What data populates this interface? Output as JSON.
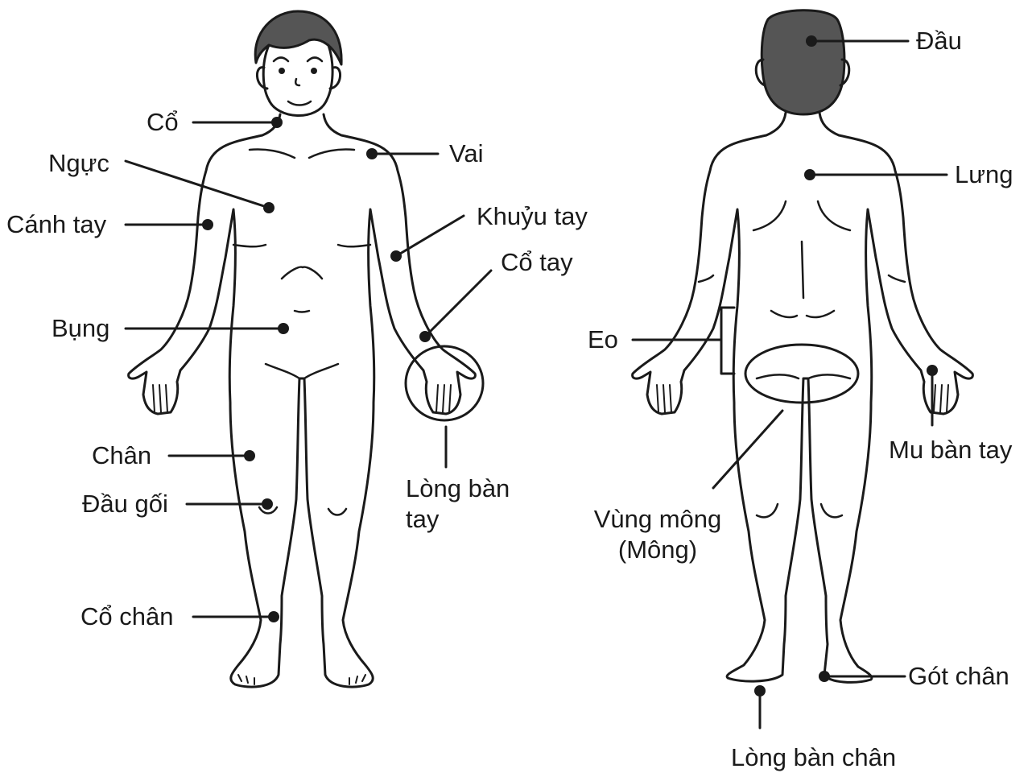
{
  "front_labels": {
    "neck": "Cổ",
    "chest": "Ngực",
    "upper_arm": "Cánh tay",
    "abdomen": "Bụng",
    "leg": "Chân",
    "knee": "Đầu gối",
    "ankle": "Cổ chân",
    "shoulder": "Vai",
    "elbow": "Khuỷu tay",
    "wrist": "Cổ tay",
    "palm_line1": "Lòng bàn",
    "palm_line2": "tay"
  },
  "back_labels": {
    "head": "Đầu",
    "back": "Lưng",
    "waist": "Eo",
    "back_of_hand": "Mu bàn tay",
    "buttocks_line1": "Vùng mông",
    "buttocks_line2": "(Mông)",
    "heel": "Gót chân",
    "sole": "Lòng bàn chân"
  },
  "colors": {
    "line": "#1a1a1a",
    "hair": "#555555",
    "background": "#ffffff"
  }
}
